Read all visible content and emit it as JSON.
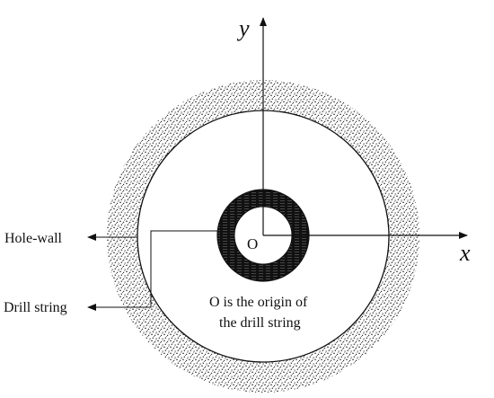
{
  "diagram": {
    "axes": {
      "x_label": "x",
      "y_label": "y"
    },
    "origin_label": "O",
    "callouts": {
      "hole_wall": "Hole-wall",
      "drill_string": "Drill string"
    },
    "note": {
      "line1": "O is the origin of",
      "line2": "the drill string"
    },
    "colors": {
      "ink": "#111111",
      "stipple": "#1a1a1a",
      "background": "#ffffff"
    }
  }
}
